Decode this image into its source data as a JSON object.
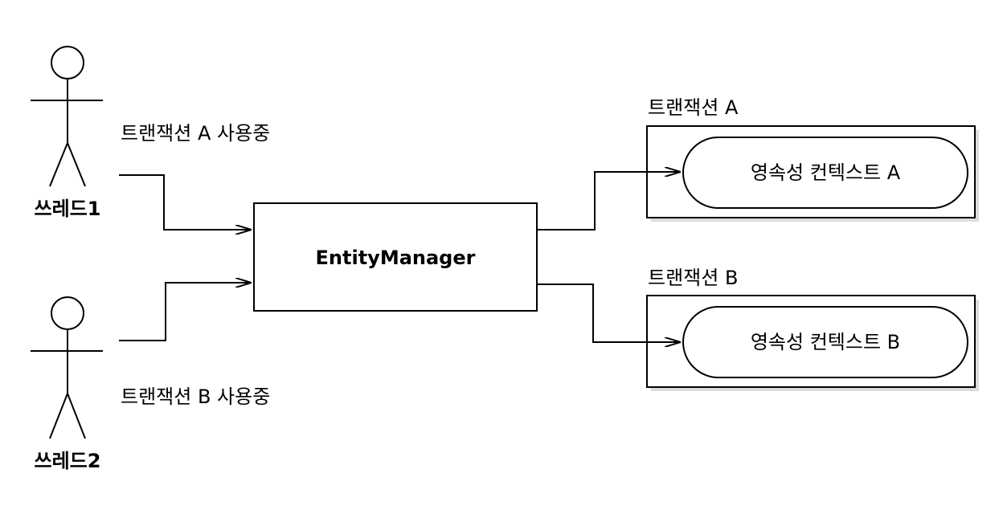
{
  "actors": [
    {
      "name": "쓰레드1",
      "usage_label": "트랜잭션 A 사용중"
    },
    {
      "name": "쓰레드2",
      "usage_label": "트랜잭션 B 사용중"
    }
  ],
  "entity_manager": {
    "label": "EntityManager"
  },
  "transactions": [
    {
      "title": "트랜잭션 A",
      "context_label": "영속성 컨텍스트 A"
    },
    {
      "title": "트랜잭션 B",
      "context_label": "영속성 컨텍스트 B"
    }
  ]
}
